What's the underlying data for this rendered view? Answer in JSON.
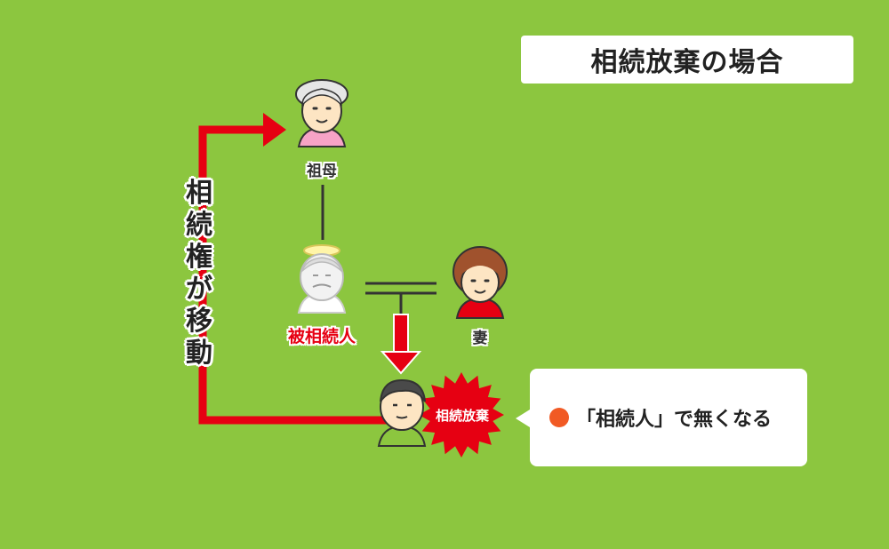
{
  "title": "相続放棄の場合",
  "people": {
    "grandmother": "祖母",
    "deceased": "被相続人",
    "wife": "妻"
  },
  "arrow_label_chars": [
    "相",
    "続",
    "権",
    "が",
    "移",
    "動"
  ],
  "badge": "相続放棄",
  "callout": "「相続人」で無くなる",
  "colors": {
    "background": "#8cc63f",
    "arrow": "#e60012",
    "burst": "#e60012",
    "bullet": "#f15a24"
  }
}
